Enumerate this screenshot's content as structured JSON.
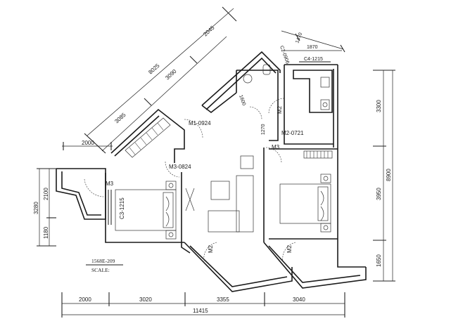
{
  "dimensions": {
    "bottom": [
      "2000",
      "3020",
      "3355",
      "3040"
    ],
    "bottom_total": "11415",
    "right": [
      "3300",
      "3950",
      "1650"
    ],
    "right_total": "8900",
    "left": [
      "2100",
      "1180"
    ],
    "left_total": "3280",
    "top_diag": [
      "2045",
      "3090",
      "3085"
    ],
    "top_diag_total": "8025",
    "top_left": "2000",
    "top_right": [
      "1470",
      "1870"
    ],
    "inner_1600": "1600",
    "inner_1270": "1270"
  },
  "labels": {
    "m1": "M1-0924",
    "m3_0824": "M3-0824",
    "m2_0721": "M2-0721",
    "m3_a": "M3",
    "m3_b": "M3",
    "m2_a": "M2",
    "m2_b": "M2",
    "m2_c": "M2",
    "c3": "C3-1215",
    "c4": "C4-1215",
    "c2": "C2-0906",
    "title": "1568E-209",
    "scale": "SCALE:"
  }
}
